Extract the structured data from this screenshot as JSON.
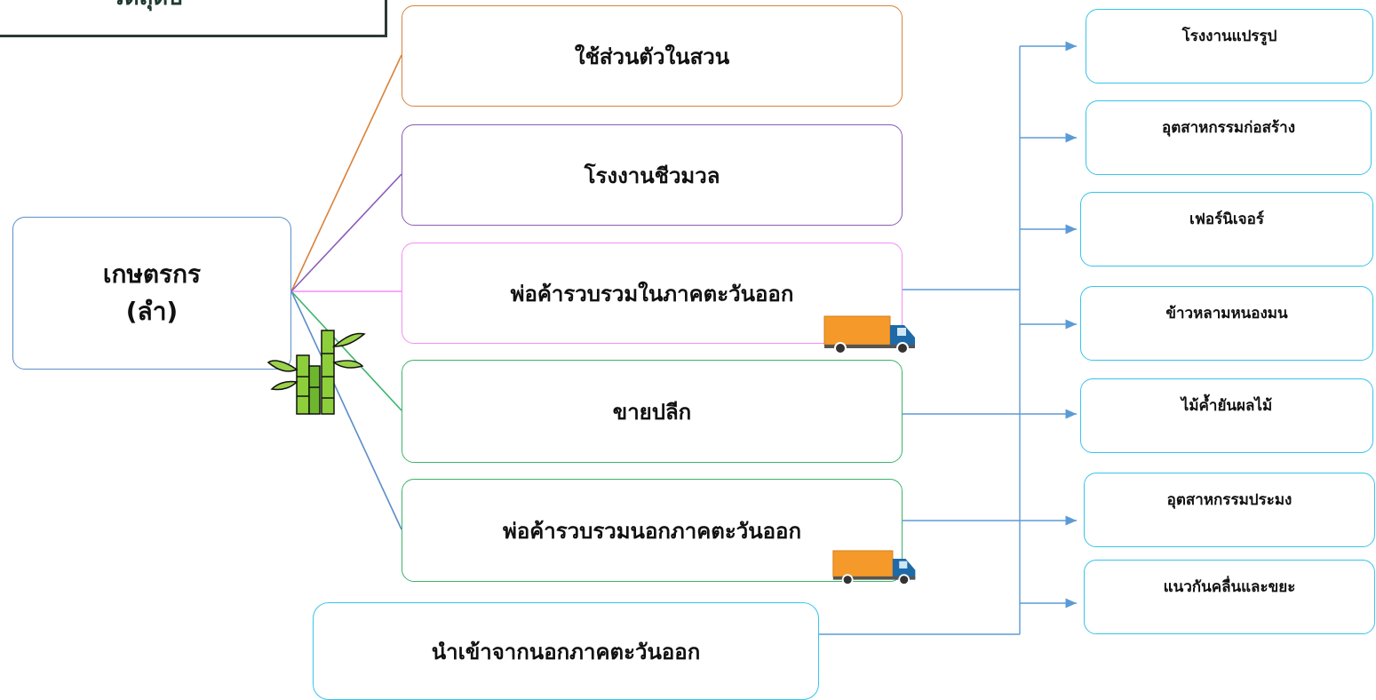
{
  "header": {
    "title": "วัตถุดิบ"
  },
  "source": {
    "line1": "เกษตรกร",
    "line2": "(ลำ)"
  },
  "channels": [
    {
      "label": "ใช้ส่วนตัวในสวน",
      "color": "#d9823b"
    },
    {
      "label": "โรงงานชีวมวล",
      "color": "#8a5bb5"
    },
    {
      "label": "พ่อค้ารวบรวมในภาคตะวันออก",
      "color": "#f48ef2"
    },
    {
      "label": "ขายปลีก",
      "color": "#3bb46a"
    },
    {
      "label": "พ่อค้ารวบรวมนอกภาคตะวันออก",
      "color": "#3bb46a"
    }
  ],
  "import": {
    "label": "นำเข้าจากนอกภาคตะวันออก",
    "color": "#38c4ea"
  },
  "destinations": [
    "โรงงานแปรรูป",
    "อุตสาหกรรมก่อสร้าง",
    "เฟอร์นิเจอร์",
    "ข้าวหลามหนองมน",
    "ไม้ค้ำยันผลไม้",
    "อุตสาหกรรมประมง",
    "แนวกันคลื่นและขยะ"
  ],
  "colors": {
    "arrow": "#5b9bd5",
    "dest_border": "#38c4ea",
    "farmer_border": "#5d8fc7",
    "truck_body": "#f59a2a",
    "truck_cab": "#1e6aa8"
  },
  "icons": {
    "truck": "truck-icon",
    "bamboo": "bamboo-icon"
  }
}
